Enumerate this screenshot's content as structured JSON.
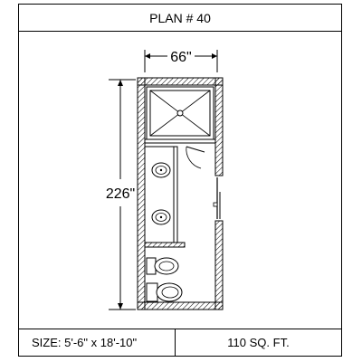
{
  "plan": {
    "title": "PLAN # 40",
    "width_label": "66\"",
    "length_label": "226\""
  },
  "footer": {
    "size_label": "SIZE:",
    "size_value": "5'-6\" x 18'-10\"",
    "area": "110 SQ. FT."
  }
}
